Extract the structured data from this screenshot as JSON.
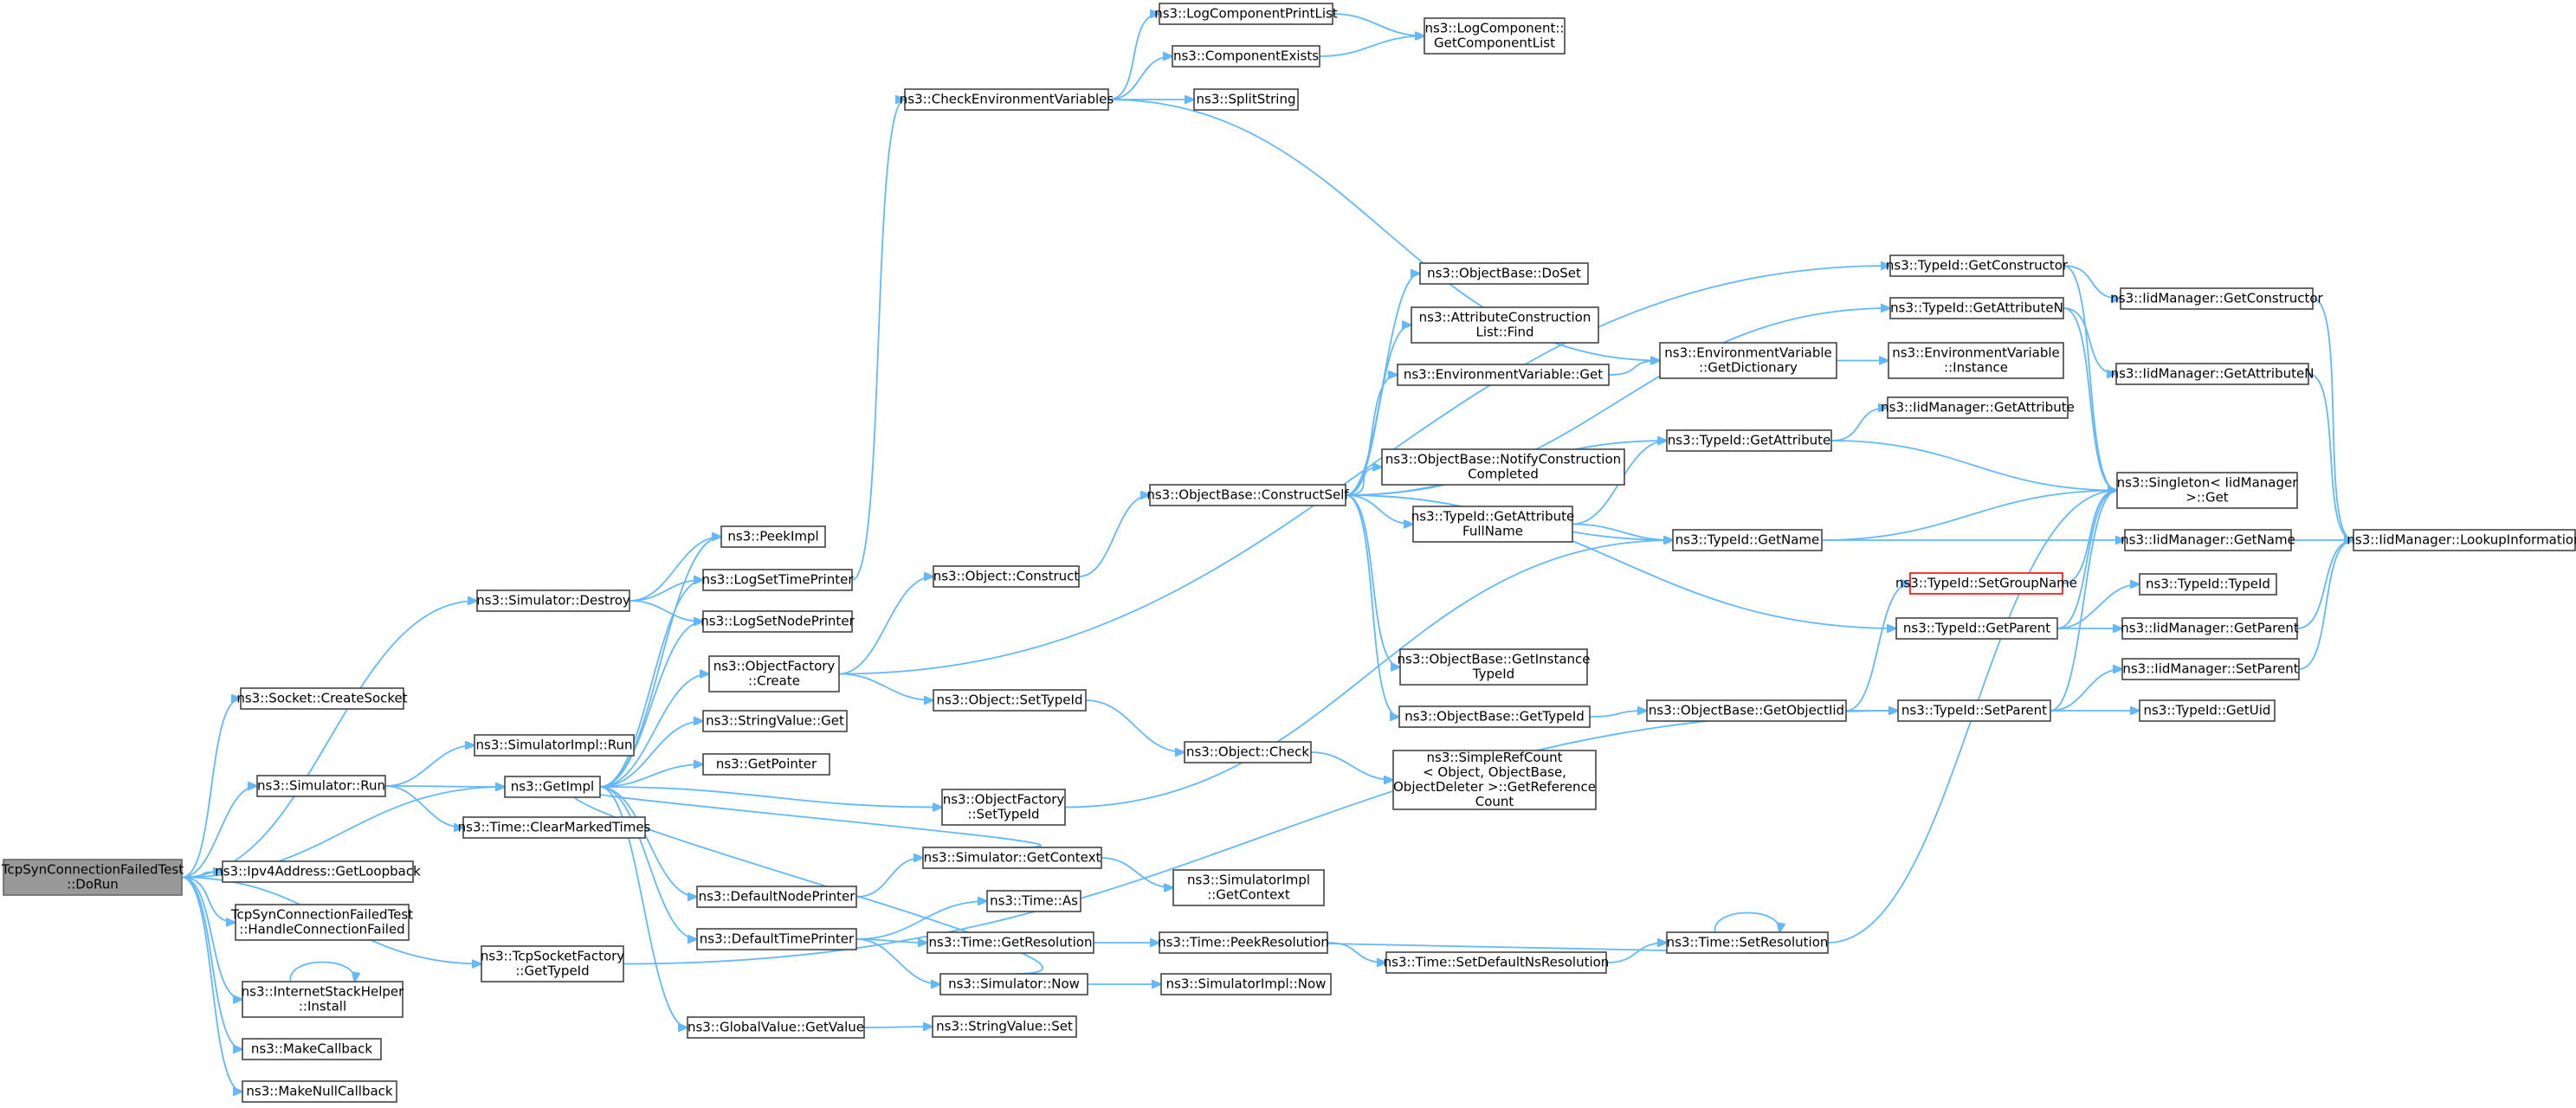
{
  "colors": {
    "edge": "#63b8ff",
    "root_fill": "#999999",
    "highlight_border": "#ff0000",
    "node_border": "#444444"
  },
  "nodes": [
    {
      "id": "root",
      "lines": [
        "TcpSynConnectionFailedTest",
        "::DoRun"
      ],
      "style": "root"
    },
    {
      "id": "sock_create",
      "lines": [
        "ns3::Socket::CreateSocket"
      ]
    },
    {
      "id": "sim_destroy",
      "lines": [
        "ns3::Simulator::Destroy"
      ]
    },
    {
      "id": "sim_run",
      "lines": [
        "ns3::Simulator::Run"
      ]
    },
    {
      "id": "ipv4_loop",
      "lines": [
        "ns3::Ipv4Address::GetLoopback"
      ]
    },
    {
      "id": "tcp_handle",
      "lines": [
        "TcpSynConnectionFailedTest",
        "::HandleConnectionFailed"
      ]
    },
    {
      "id": "inet_install",
      "lines": [
        "ns3::InternetStackHelper",
        "::Install"
      ]
    },
    {
      "id": "make_cb",
      "lines": [
        "ns3::MakeCallback"
      ]
    },
    {
      "id": "make_null",
      "lines": [
        "ns3::MakeNullCallback"
      ]
    },
    {
      "id": "simimpl_run",
      "lines": [
        "ns3::SimulatorImpl::Run"
      ]
    },
    {
      "id": "getimpl",
      "lines": [
        "ns3::GetImpl"
      ]
    },
    {
      "id": "time_clear",
      "lines": [
        "ns3::Time::ClearMarkedTimes"
      ]
    },
    {
      "id": "tcp_sock_fact",
      "lines": [
        "ns3::TcpSocketFactory",
        "::GetTypeId"
      ]
    },
    {
      "id": "peekimpl",
      "lines": [
        "ns3::PeekImpl"
      ]
    },
    {
      "id": "logsettime",
      "lines": [
        "ns3::LogSetTimePrinter"
      ]
    },
    {
      "id": "logsetnode",
      "lines": [
        "ns3::LogSetNodePrinter"
      ]
    },
    {
      "id": "objfact_create",
      "lines": [
        "ns3::ObjectFactory",
        "::Create"
      ]
    },
    {
      "id": "strval_get",
      "lines": [
        "ns3::StringValue::Get"
      ]
    },
    {
      "id": "getpointer",
      "lines": [
        "ns3::GetPointer"
      ]
    },
    {
      "id": "defnodeprinter",
      "lines": [
        "ns3::DefaultNodePrinter"
      ]
    },
    {
      "id": "deftimeprinter",
      "lines": [
        "ns3::DefaultTimePrinter"
      ]
    },
    {
      "id": "globval",
      "lines": [
        "ns3::GlobalValue::GetValue"
      ]
    },
    {
      "id": "checkenv",
      "lines": [
        "ns3::CheckEnvironmentVariables"
      ]
    },
    {
      "id": "obj_construct",
      "lines": [
        "ns3::Object::Construct"
      ]
    },
    {
      "id": "obj_settypeid",
      "lines": [
        "ns3::Object::SetTypeId"
      ]
    },
    {
      "id": "objfact_settypeid",
      "lines": [
        "ns3::ObjectFactory",
        "::SetTypeId"
      ]
    },
    {
      "id": "sim_getctx",
      "lines": [
        "ns3::Simulator::GetContext"
      ]
    },
    {
      "id": "time_as",
      "lines": [
        "ns3::Time::As"
      ]
    },
    {
      "id": "time_getres",
      "lines": [
        "ns3::Time::GetResolution"
      ]
    },
    {
      "id": "sim_now",
      "lines": [
        "ns3::Simulator::Now"
      ]
    },
    {
      "id": "strval_set",
      "lines": [
        "ns3::StringValue::Set"
      ]
    },
    {
      "id": "logcompprint",
      "lines": [
        "ns3::LogComponentPrintList"
      ]
    },
    {
      "id": "compexists",
      "lines": [
        "ns3::ComponentExists"
      ]
    },
    {
      "id": "splitstring",
      "lines": [
        "ns3::SplitString"
      ]
    },
    {
      "id": "objbase_cself",
      "lines": [
        "ns3::ObjectBase::ConstructSelf"
      ]
    },
    {
      "id": "obj_check",
      "lines": [
        "ns3::Object::Check"
      ]
    },
    {
      "id": "simimpl_getctx",
      "lines": [
        "ns3::SimulatorImpl",
        "::GetContext"
      ]
    },
    {
      "id": "time_peekres",
      "lines": [
        "ns3::Time::PeekResolution"
      ]
    },
    {
      "id": "simimpl_now",
      "lines": [
        "ns3::SimulatorImpl::Now"
      ]
    },
    {
      "id": "logcomp_getlist",
      "lines": [
        "ns3::LogComponent::",
        "GetComponentList"
      ]
    },
    {
      "id": "objbase_doset",
      "lines": [
        "ns3::ObjectBase::DoSet"
      ]
    },
    {
      "id": "attrcons_find",
      "lines": [
        "ns3::AttributeConstruction",
        "List::Find"
      ]
    },
    {
      "id": "envvar_get",
      "lines": [
        "ns3::EnvironmentVariable::Get"
      ]
    },
    {
      "id": "objbase_notify",
      "lines": [
        "ns3::ObjectBase::NotifyConstruction",
        "Completed"
      ]
    },
    {
      "id": "typeid_getattrfull",
      "lines": [
        "ns3::TypeId::GetAttribute",
        "FullName"
      ]
    },
    {
      "id": "objbase_getinst",
      "lines": [
        "ns3::ObjectBase::GetInstance",
        "TypeId"
      ]
    },
    {
      "id": "objbase_gettypeid",
      "lines": [
        "ns3::ObjectBase::GetTypeId"
      ]
    },
    {
      "id": "simplerefcount",
      "lines": [
        "ns3::SimpleRefCount",
        "< Object, ObjectBase,",
        "ObjectDeleter >::GetReference",
        "Count"
      ]
    },
    {
      "id": "time_setdefns",
      "lines": [
        "ns3::Time::SetDefaultNsResolution"
      ]
    },
    {
      "id": "envvar_getdict",
      "lines": [
        "ns3::EnvironmentVariable",
        "::GetDictionary"
      ]
    },
    {
      "id": "typeid_getattr",
      "lines": [
        "ns3::TypeId::GetAttribute"
      ]
    },
    {
      "id": "typeid_getname",
      "lines": [
        "ns3::TypeId::GetName"
      ]
    },
    {
      "id": "objbase_getoiid",
      "lines": [
        "ns3::ObjectBase::GetObjectIid"
      ]
    },
    {
      "id": "time_setres",
      "lines": [
        "ns3::Time::SetResolution"
      ]
    },
    {
      "id": "envvar_inst",
      "lines": [
        "ns3::EnvironmentVariable",
        "::Instance"
      ]
    },
    {
      "id": "typeid_getcons",
      "lines": [
        "ns3::TypeId::GetConstructor"
      ]
    },
    {
      "id": "typeid_getattrn",
      "lines": [
        "ns3::TypeId::GetAttributeN"
      ]
    },
    {
      "id": "iid_getattr",
      "lines": [
        "ns3::IidManager::GetAttribute"
      ]
    },
    {
      "id": "typeid_setgroup",
      "lines": [
        "ns3::TypeId::SetGroupName"
      ],
      "style": "red"
    },
    {
      "id": "typeid_getparent",
      "lines": [
        "ns3::TypeId::GetParent"
      ]
    },
    {
      "id": "typeid_setparent",
      "lines": [
        "ns3::TypeId::SetParent"
      ]
    },
    {
      "id": "iid_getcons",
      "lines": [
        "ns3::IidManager::GetConstructor"
      ]
    },
    {
      "id": "iid_getattrn",
      "lines": [
        "ns3::IidManager::GetAttributeN"
      ]
    },
    {
      "id": "singleton",
      "lines": [
        "ns3::Singleton< IidManager",
        ">::Get"
      ]
    },
    {
      "id": "iid_getname",
      "lines": [
        "ns3::IidManager::GetName"
      ]
    },
    {
      "id": "typeid_typeid",
      "lines": [
        "ns3::TypeId::TypeId"
      ]
    },
    {
      "id": "iid_getparent",
      "lines": [
        "ns3::IidManager::GetParent"
      ]
    },
    {
      "id": "iid_setparent",
      "lines": [
        "ns3::IidManager::SetParent"
      ]
    },
    {
      "id": "typeid_getuid",
      "lines": [
        "ns3::TypeId::GetUid"
      ]
    },
    {
      "id": "iid_lookup",
      "lines": [
        "ns3::IidManager::LookupInformation"
      ]
    }
  ]
}
